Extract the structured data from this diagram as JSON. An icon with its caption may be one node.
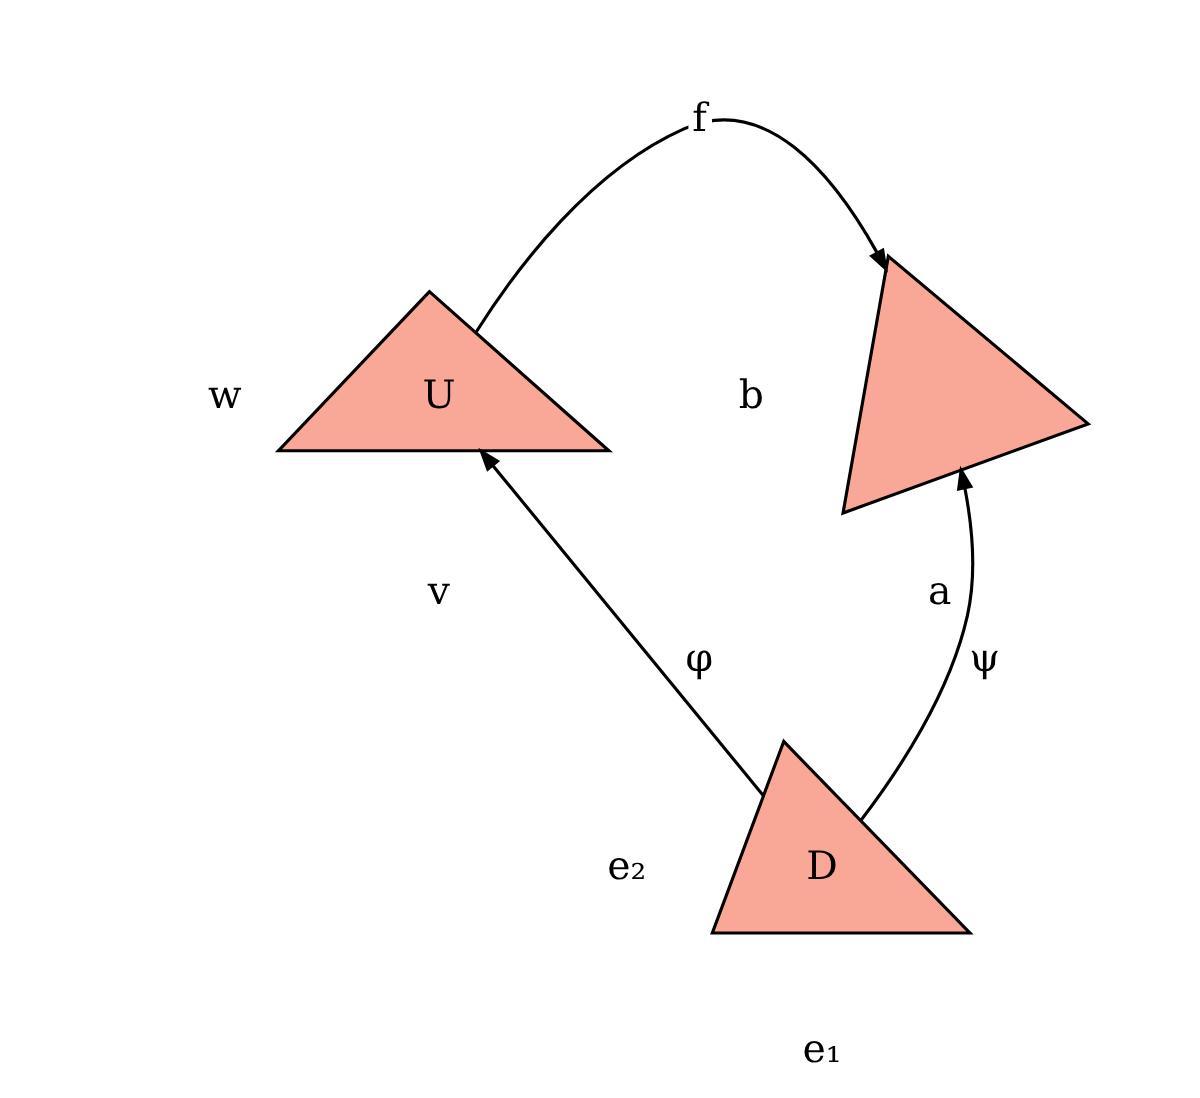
{
  "diagram": {
    "nodes": [
      {
        "text": [
          "U"
        ],
        "beside": [
          "w",
          "v"
        ]
      },
      {
        "text": [],
        "shape": "triangle",
        "beside": [
          "b",
          "a"
        ]
      },
      {
        "text": [
          "D"
        ],
        "beside": [
          "e₂",
          "e₁"
        ]
      }
    ],
    "edges": [
      {
        "from": 0,
        "to": 1,
        "arrow": "to",
        "label": "f"
      },
      {
        "from": 2,
        "to": 0,
        "arrow": "to",
        "label": "φ"
      },
      {
        "from": 2,
        "to": 1,
        "arrow": "to",
        "label": "ψ"
      }
    ]
  }
}
